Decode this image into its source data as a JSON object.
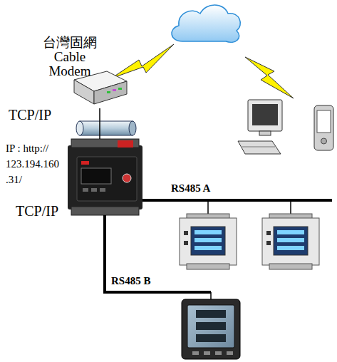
{
  "diagram": {
    "nodes": [
      {
        "text": [
          "台灣固網 Cable Modem"
        ]
      },
      {
        "text": [
          "IP : http:// 123.194.160 .31/"
        ]
      }
    ],
    "edges": [
      {
        "from": 0,
        "to": 1,
        "arrow": "none",
        "label": "TCP/IP"
      }
    ],
    "labels": [
      "TCP/IP",
      "RS485 A",
      "RS485 B"
    ]
  }
}
